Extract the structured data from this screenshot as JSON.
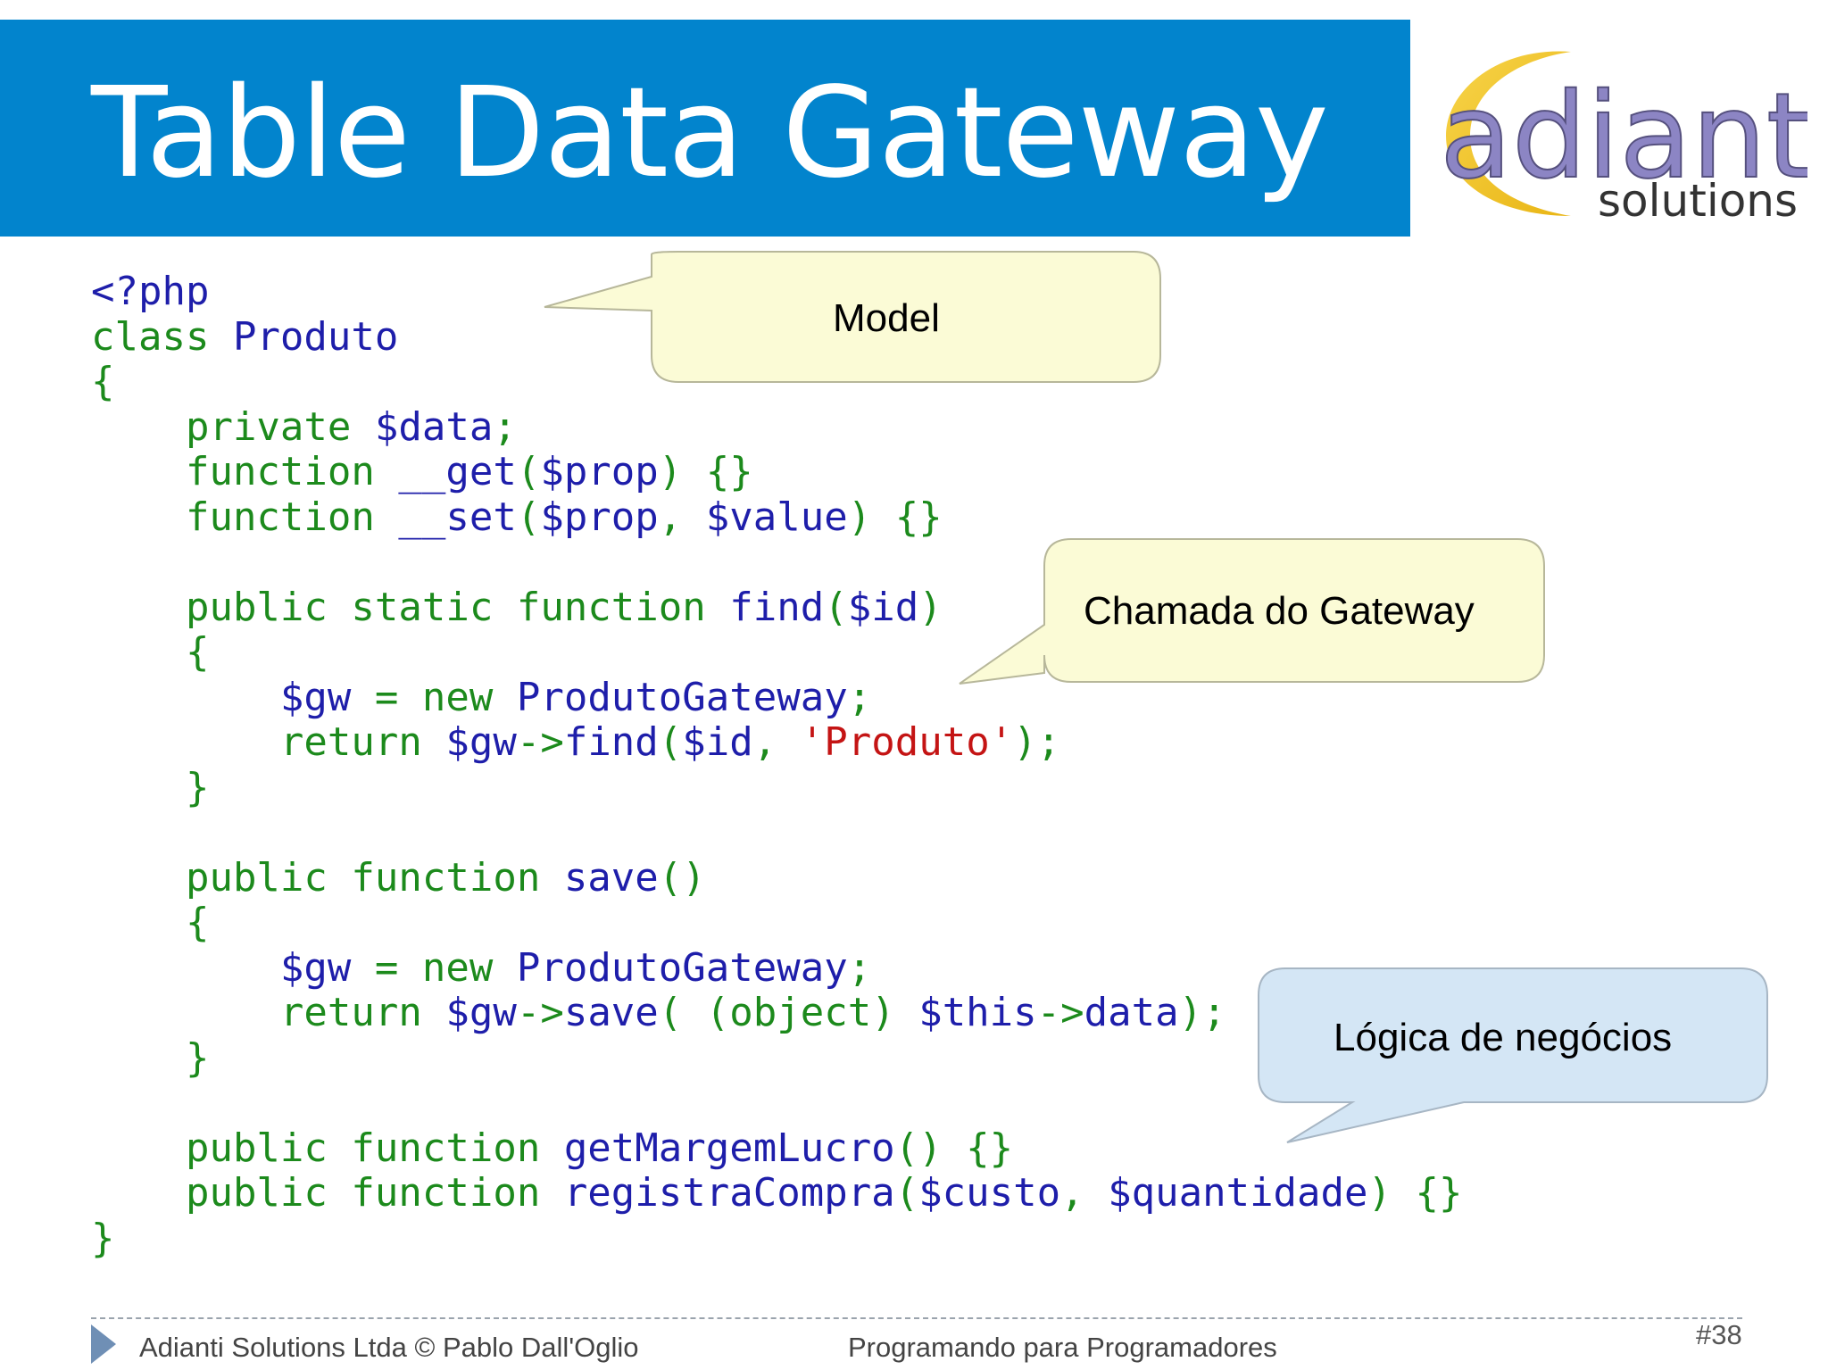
{
  "slide": {
    "title": "Table Data Gateway",
    "logo": {
      "main": "adianti",
      "sub": "solutions"
    }
  },
  "code": {
    "lines": [
      [
        {
          "t": "<?php",
          "c": "id"
        }
      ],
      [
        {
          "t": "class ",
          "c": "kw"
        },
        {
          "t": "Produto",
          "c": "id"
        }
      ],
      [
        {
          "t": "{",
          "c": "kw"
        }
      ],
      [
        {
          "t": "    private ",
          "c": "kw"
        },
        {
          "t": "$data",
          "c": "id"
        },
        {
          "t": ";",
          "c": "kw"
        }
      ],
      [
        {
          "t": "    function ",
          "c": "kw"
        },
        {
          "t": "__get",
          "c": "id"
        },
        {
          "t": "(",
          "c": "kw"
        },
        {
          "t": "$prop",
          "c": "id"
        },
        {
          "t": ") {}",
          "c": "kw"
        }
      ],
      [
        {
          "t": "    function ",
          "c": "kw"
        },
        {
          "t": "__set",
          "c": "id"
        },
        {
          "t": "(",
          "c": "kw"
        },
        {
          "t": "$prop",
          "c": "id"
        },
        {
          "t": ", ",
          "c": "kw"
        },
        {
          "t": "$value",
          "c": "id"
        },
        {
          "t": ") {}",
          "c": "kw"
        }
      ],
      [],
      [
        {
          "t": "    public static function ",
          "c": "kw"
        },
        {
          "t": "find",
          "c": "id"
        },
        {
          "t": "(",
          "c": "kw"
        },
        {
          "t": "$id",
          "c": "id"
        },
        {
          "t": ")",
          "c": "kw"
        }
      ],
      [
        {
          "t": "    {",
          "c": "kw"
        }
      ],
      [
        {
          "t": "        ",
          "c": "kw"
        },
        {
          "t": "$gw",
          "c": "id"
        },
        {
          "t": " = new ",
          "c": "kw"
        },
        {
          "t": "ProdutoGateway",
          "c": "id"
        },
        {
          "t": ";",
          "c": "kw"
        }
      ],
      [
        {
          "t": "        return ",
          "c": "kw"
        },
        {
          "t": "$gw",
          "c": "id"
        },
        {
          "t": "->",
          "c": "kw"
        },
        {
          "t": "find",
          "c": "id"
        },
        {
          "t": "(",
          "c": "kw"
        },
        {
          "t": "$id",
          "c": "id"
        },
        {
          "t": ", ",
          "c": "kw"
        },
        {
          "t": "'Produto'",
          "c": "str"
        },
        {
          "t": ");",
          "c": "kw"
        }
      ],
      [
        {
          "t": "    }",
          "c": "kw"
        }
      ],
      [],
      [
        {
          "t": "    public function ",
          "c": "kw"
        },
        {
          "t": "save",
          "c": "id"
        },
        {
          "t": "()",
          "c": "kw"
        }
      ],
      [
        {
          "t": "    {",
          "c": "kw"
        }
      ],
      [
        {
          "t": "        ",
          "c": "kw"
        },
        {
          "t": "$gw",
          "c": "id"
        },
        {
          "t": " = new ",
          "c": "kw"
        },
        {
          "t": "ProdutoGateway",
          "c": "id"
        },
        {
          "t": ";",
          "c": "kw"
        }
      ],
      [
        {
          "t": "        return ",
          "c": "kw"
        },
        {
          "t": "$gw",
          "c": "id"
        },
        {
          "t": "->",
          "c": "kw"
        },
        {
          "t": "save",
          "c": "id"
        },
        {
          "t": "( (object) ",
          "c": "kw"
        },
        {
          "t": "$this",
          "c": "id"
        },
        {
          "t": "->",
          "c": "kw"
        },
        {
          "t": "data",
          "c": "id"
        },
        {
          "t": ");",
          "c": "kw"
        }
      ],
      [
        {
          "t": "    }",
          "c": "kw"
        }
      ],
      [],
      [
        {
          "t": "    public function ",
          "c": "kw"
        },
        {
          "t": "getMargemLucro",
          "c": "id"
        },
        {
          "t": "() {}",
          "c": "kw"
        }
      ],
      [
        {
          "t": "    public function ",
          "c": "kw"
        },
        {
          "t": "registraCompra",
          "c": "id"
        },
        {
          "t": "(",
          "c": "kw"
        },
        {
          "t": "$custo",
          "c": "id"
        },
        {
          "t": ", ",
          "c": "kw"
        },
        {
          "t": "$quantidade",
          "c": "id"
        },
        {
          "t": ") {}",
          "c": "kw"
        }
      ],
      [
        {
          "t": "}",
          "c": "kw"
        }
      ]
    ]
  },
  "callouts": {
    "model": "Model",
    "gateway_call": "Chamada do Gateway",
    "business_logic": "Lógica de negócios"
  },
  "footer": {
    "left": "Adianti Solutions Ltda © Pablo Dall'Oglio",
    "center": "Programando para Programadores",
    "page": "#38"
  },
  "colors": {
    "title_bar": "#0284cd",
    "keyword": "#1c8a1c",
    "identifier": "#1e1eaa",
    "string": "#c41414",
    "callout_yellow": "#fbfbd6",
    "callout_blue": "#d4e6f5",
    "logo_purple": "#8c85c4",
    "logo_ring": "#f2c522"
  }
}
